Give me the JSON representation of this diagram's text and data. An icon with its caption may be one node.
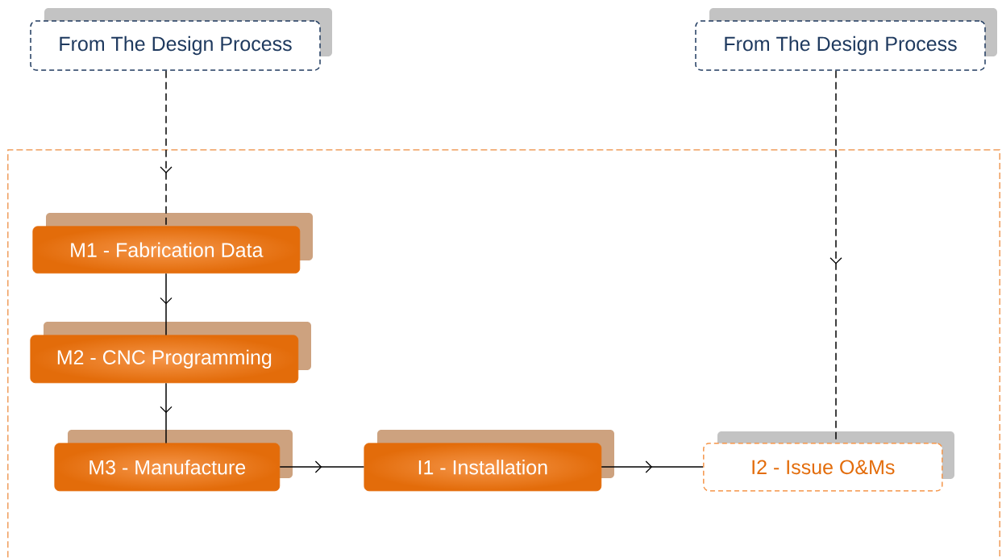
{
  "diagram": {
    "nodes": [
      {
        "text": [
          "From The Design Process"
        ]
      },
      {
        "text": [
          "From The Design Process"
        ]
      },
      {
        "text": [],
        "shape": "box"
      },
      {
        "text": [
          "M1 - Fabrication Data"
        ],
        "in": 2
      },
      {
        "text": [
          "M2 - CNC Programming"
        ],
        "in": 2
      },
      {
        "text": [
          "M3 - Manufacture"
        ],
        "in": 2
      },
      {
        "text": [
          "I1 - Installation"
        ],
        "in": 2
      },
      {
        "text": [
          "I2 - Issue O&Ms"
        ],
        "in": 2
      }
    ],
    "edges": [
      {
        "from": 0,
        "to": 3,
        "arrow": "to",
        "style": "dashed"
      },
      {
        "from": 3,
        "to": 4,
        "arrow": "to"
      },
      {
        "from": 4,
        "to": 5,
        "arrow": "to"
      },
      {
        "from": 5,
        "to": 6,
        "arrow": "to"
      },
      {
        "from": 6,
        "to": 7,
        "arrow": "to"
      },
      {
        "from": 1,
        "to": 7,
        "arrow": "to",
        "style": "dashed"
      }
    ]
  }
}
